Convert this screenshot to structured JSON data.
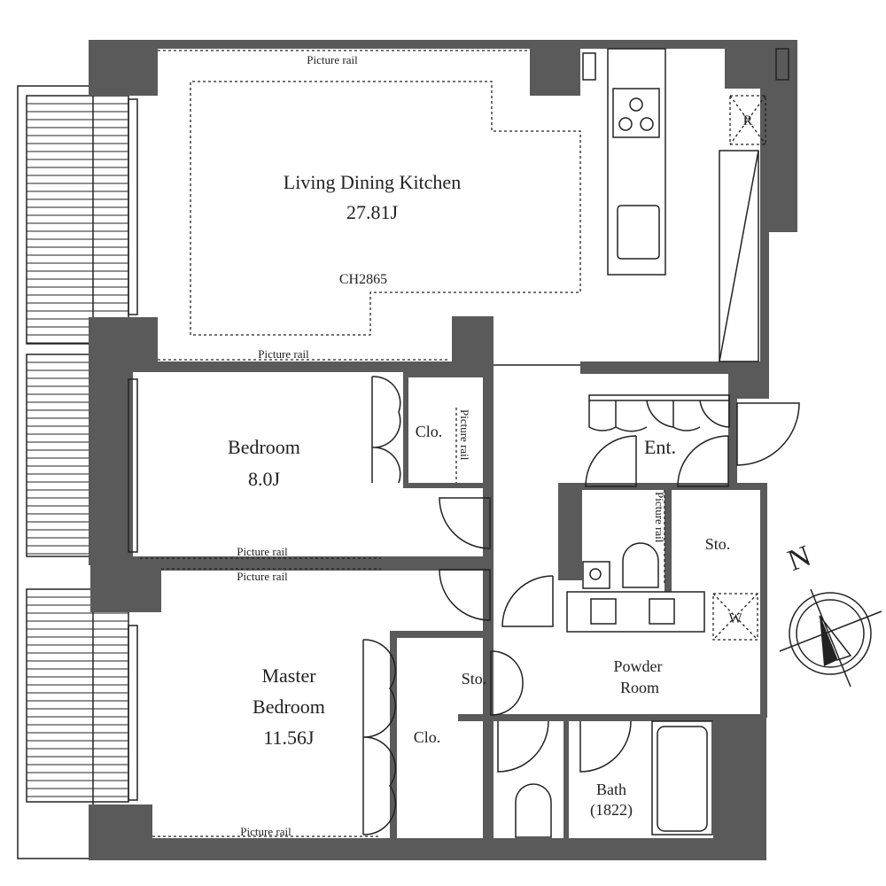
{
  "rooms": {
    "ldk": {
      "name": "Living Dining Kitchen",
      "size": "27.81J",
      "ceiling": "CH2865"
    },
    "bedroom": {
      "name": "Bedroom",
      "size": "8.0J"
    },
    "master": {
      "name1": "Master",
      "name2": "Bedroom",
      "size": "11.56J"
    },
    "closet1": "Clo.",
    "closet2": "Clo.",
    "entrance": "Ent.",
    "storage1": "Sto.",
    "storage2": "Sto.",
    "powder": {
      "line1": "Powder",
      "line2": "Room"
    },
    "bath": {
      "name": "Bath",
      "size": "(1822)"
    },
    "fridge": "R",
    "washer": "W"
  },
  "rails": {
    "top": "Picture rail",
    "ldk_bottom": "Picture rail",
    "bedroom_closet": "Picture rail",
    "bedroom_bottom": "Picture rail",
    "master_top": "Picture rail",
    "toilet": "Picture rail",
    "master_bottom": "Picture rail"
  },
  "compass": {
    "label": "N"
  },
  "colors": {
    "wall": "#5a5a5a",
    "line": "#222222"
  }
}
